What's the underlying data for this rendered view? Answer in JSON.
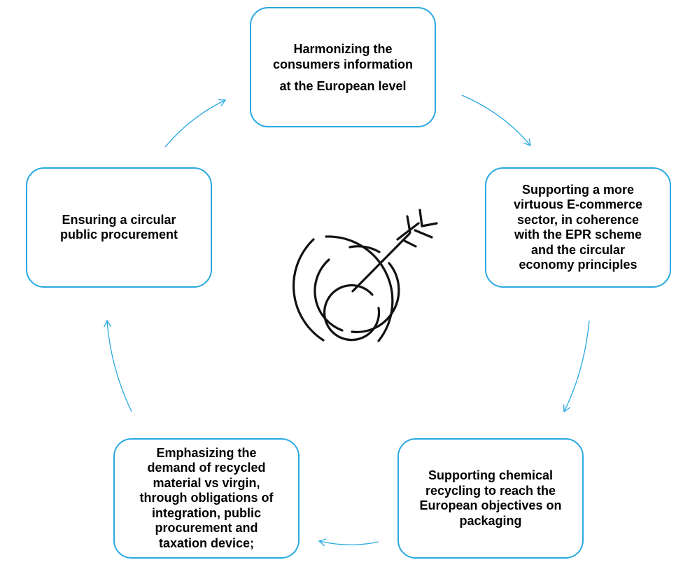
{
  "colors": {
    "accent": "#29a9e1",
    "text": "#000000",
    "icon": "#111111"
  },
  "icon": "target-arrow-icon",
  "boxes": {
    "top": {
      "lines": [
        "Harmonizing the",
        "consumers information",
        "at the European level"
      ]
    },
    "right": {
      "lines": [
        "Supporting a more",
        "virtuous E-commerce",
        "sector, in coherence",
        "with the EPR scheme",
        "and the circular",
        "economy principles"
      ]
    },
    "bottom_right": {
      "lines": [
        "Supporting chemical",
        "recycling to reach the",
        "European objectives on",
        "packaging"
      ]
    },
    "bottom_left": {
      "lines": [
        "Emphasizing the",
        "demand of recycled",
        "material vs virgin,",
        "through obligations of",
        "integration, public",
        "procurement and",
        "taxation device;"
      ]
    },
    "left": {
      "lines": [
        "Ensuring a circular",
        "public procurement"
      ]
    }
  }
}
